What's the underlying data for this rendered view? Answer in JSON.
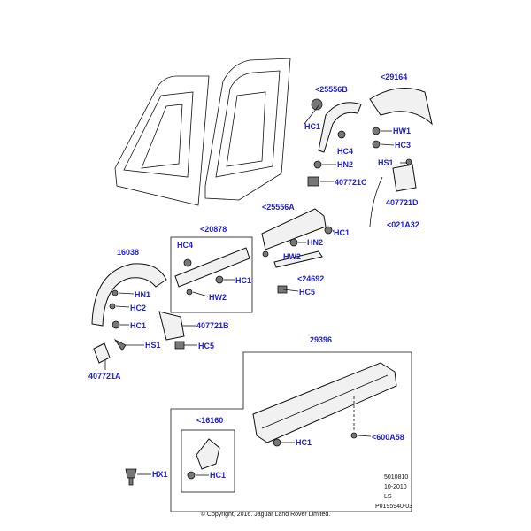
{
  "labels": {
    "p25556B": "<25556B",
    "p29164": "<29164",
    "hc1_a": "HC1",
    "hw1": "HW1",
    "hc4_a": "HC4",
    "hc3": "HC3",
    "hn2_a": "HN2",
    "hs1_a": "HS1",
    "p407721C": "407721C",
    "p407721D": "407721D",
    "p25556A": "<25556A",
    "p021A32": "<021A32",
    "hc1_b": "HC1",
    "hn2_b": "HN2",
    "p20878": "<20878",
    "hc4_b": "HC4",
    "p24692": "<24692",
    "hw2_a": "HW2",
    "p16038": "16038",
    "hc1_c": "HC1",
    "hc5_a": "HC5",
    "hn1": "HN1",
    "hw2_b": "HW2",
    "hc2": "HC2",
    "hc1_d": "HC1",
    "p407721B": "407721B",
    "hs1_b": "HS1",
    "hc5_b": "HC5",
    "p407721A": "407721A",
    "p29396": "29396",
    "p16160": "<16160",
    "hc1_e": "HC1",
    "p600A58": "<600A58",
    "hc1_f": "HC1",
    "hx1": "HX1"
  },
  "reference": {
    "line1": "5010810",
    "line2": "10-2010",
    "line3": "LS",
    "line4": "P0195940-03"
  },
  "copyright": "© Copyright, 2016. Jaguar Land Rover Limited.",
  "colors": {
    "label": "#2222cc",
    "line": "#111111"
  }
}
